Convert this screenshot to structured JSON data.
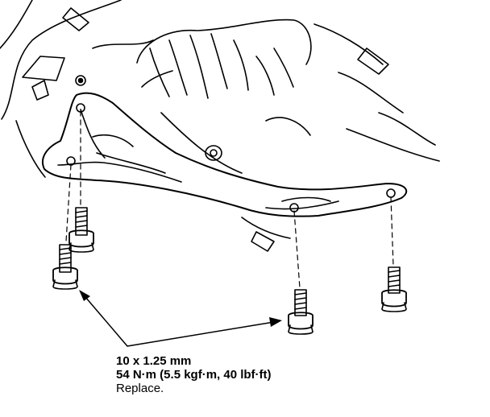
{
  "callout": {
    "line1": "10 x 1.25 mm",
    "line2": "54 N·m (5.5 kgf·m, 40 lbf·ft)",
    "line3": "Replace."
  }
}
